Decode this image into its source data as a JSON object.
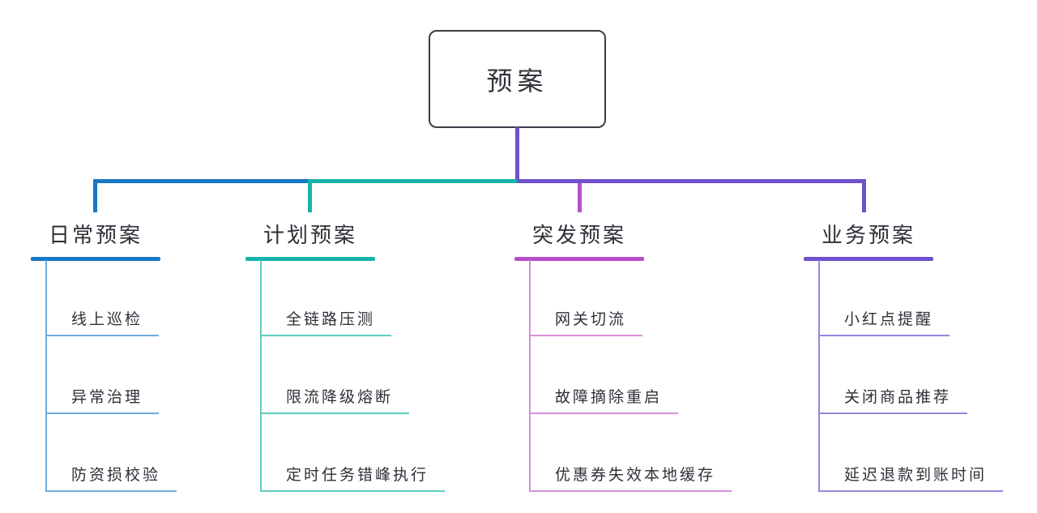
{
  "root": {
    "label": "预案"
  },
  "branches": [
    {
      "label": "日常预案",
      "color": "#1878c4",
      "light_color": "#6fabe0",
      "children": [
        "线上巡检",
        "异常治理",
        "防资损校验"
      ]
    },
    {
      "label": "计划预案",
      "color": "#17b3a9",
      "light_color": "#5fcdc4",
      "children": [
        "全链路压测",
        "限流降级熔断",
        "定时任务错峰执行"
      ]
    },
    {
      "label": "突发预案",
      "color": "#b84ecb",
      "light_color": "#d78fdc",
      "children": [
        "网关切流",
        "故障摘除重启",
        "优惠券失效本地缓存"
      ]
    },
    {
      "label": "业务预案",
      "color": "#7150cd",
      "light_color": "#9b85de",
      "children": [
        "小红点提醒",
        "关闭商品推荐",
        "延迟退款到账时间"
      ]
    }
  ],
  "mindmap": {
    "type": "tree",
    "root": "预案",
    "levels": 3,
    "branch_count": 4,
    "children_per_branch": 3
  }
}
